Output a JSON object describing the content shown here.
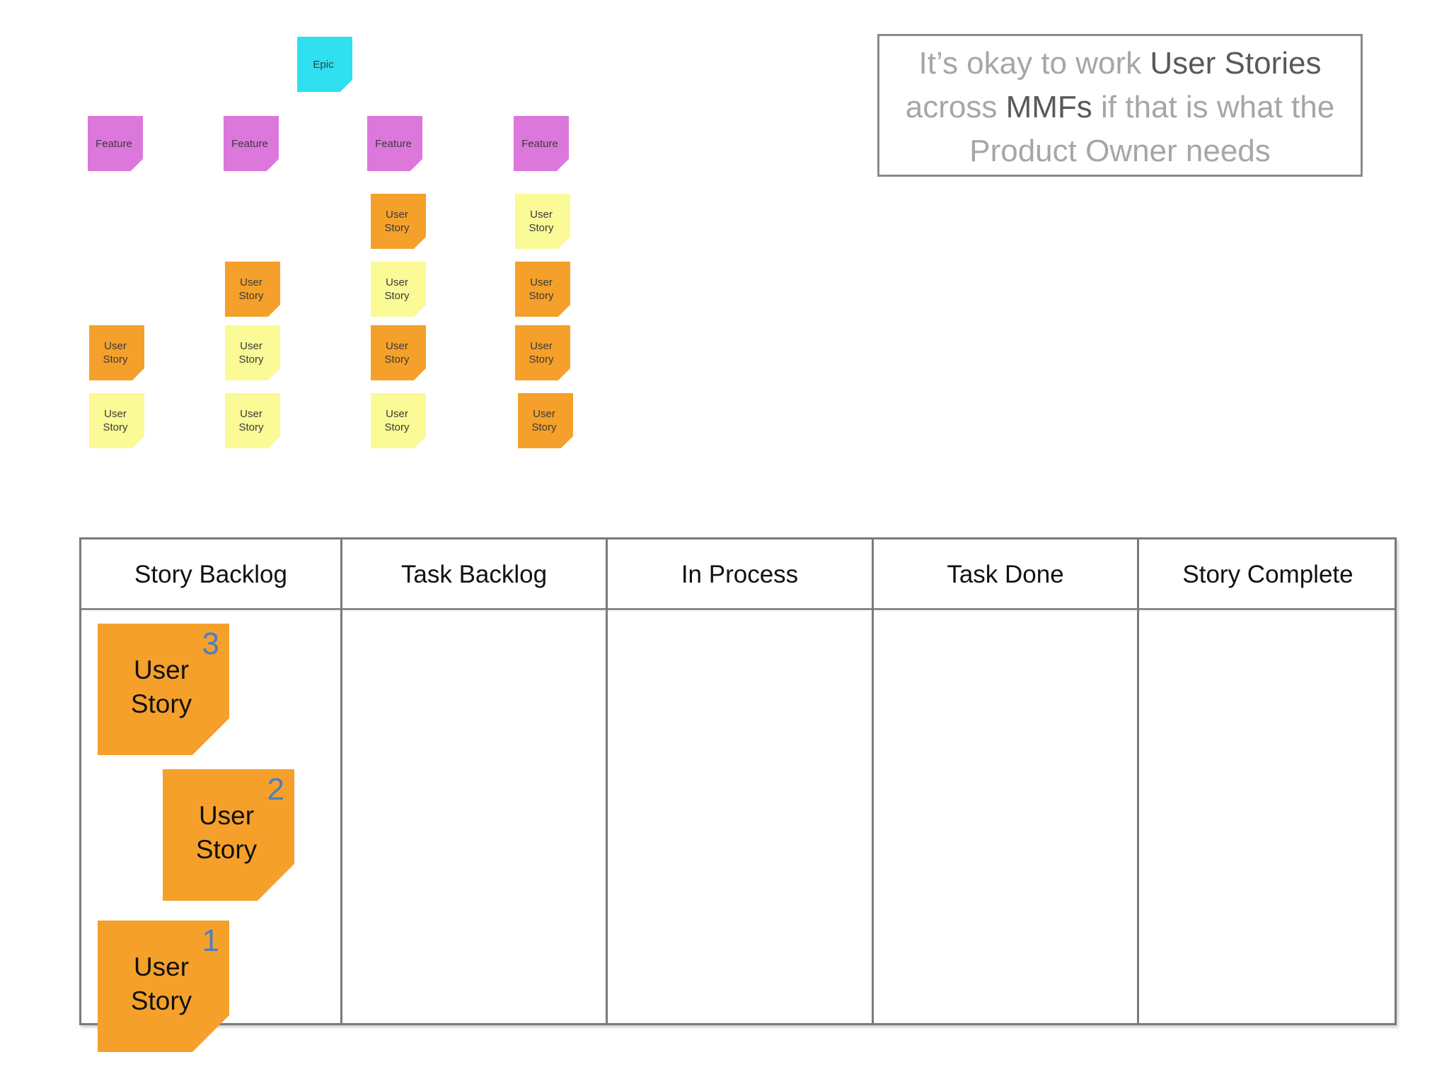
{
  "hierarchy": {
    "epic": "Epic",
    "feature_label": "Feature",
    "story_label": "User\nStory",
    "colors": {
      "epic": "#2ee0f0",
      "feature": "#dc78dc",
      "orange": "#f5a02a",
      "yellow": "#fafa96"
    }
  },
  "callout": {
    "part1": "It’s okay to work ",
    "part2": "User Stories",
    "part3": " across ",
    "part4": "MMFs",
    "part5": " if that is what the Product Owner needs"
  },
  "board": {
    "columns": [
      "Story Backlog",
      "Task Backlog",
      "In Process",
      "Task Done",
      "Story Complete"
    ],
    "cards": [
      {
        "label": "User\nStory",
        "rank": "3"
      },
      {
        "label": "User\nStory",
        "rank": "2"
      },
      {
        "label": "User\nStory",
        "rank": "1"
      }
    ]
  }
}
